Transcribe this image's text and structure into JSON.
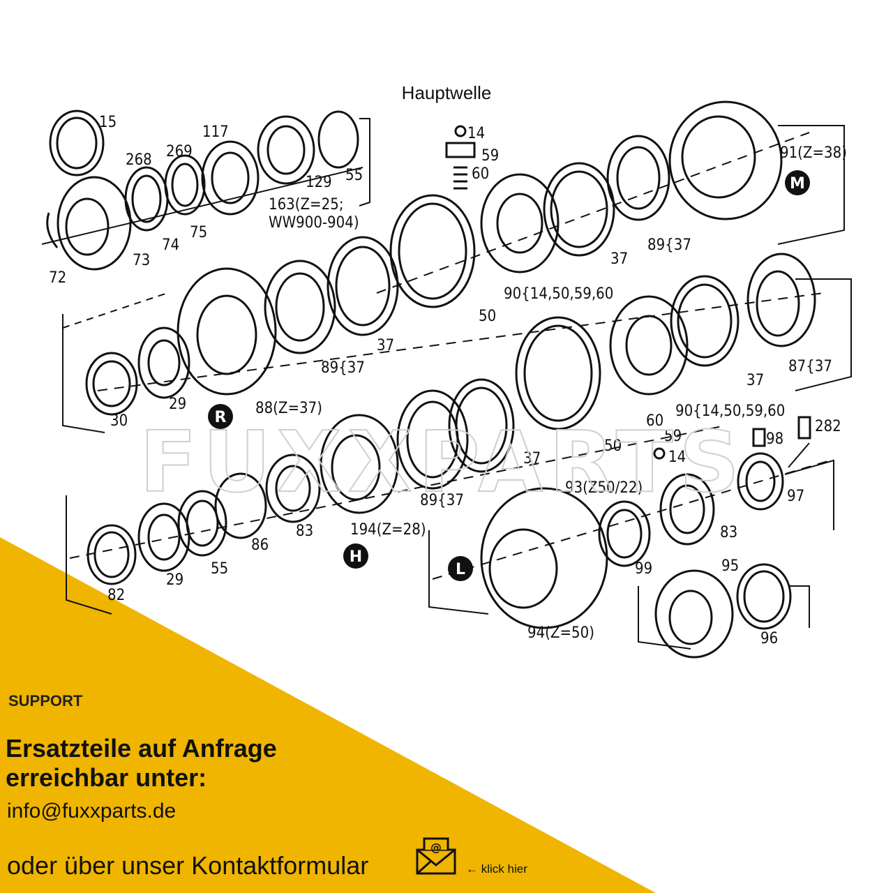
{
  "title": "Hauptwelle",
  "labels": [
    {
      "id": "l15",
      "text": "15"
    },
    {
      "id": "l268",
      "text": "268"
    },
    {
      "id": "l269",
      "text": "269"
    },
    {
      "id": "l117",
      "text": "117"
    },
    {
      "id": "l129",
      "text": "129"
    },
    {
      "id": "l55a",
      "text": "55"
    },
    {
      "id": "l163",
      "text": "163(Z=25;"
    },
    {
      "id": "lww",
      "text": "WW900-904)"
    },
    {
      "id": "l72",
      "text": "72"
    },
    {
      "id": "l73",
      "text": "73"
    },
    {
      "id": "l74",
      "text": "74"
    },
    {
      "id": "l75",
      "text": "75"
    },
    {
      "id": "l14a",
      "text": "14"
    },
    {
      "id": "l59a",
      "text": "59"
    },
    {
      "id": "l60a",
      "text": "60"
    },
    {
      "id": "l91",
      "text": "91(Z=38)"
    },
    {
      "id": "l37a",
      "text": "37"
    },
    {
      "id": "l89a",
      "text": "89{37"
    },
    {
      "id": "l90a",
      "text": "90{14,50,59,60"
    },
    {
      "id": "l50a",
      "text": "50"
    },
    {
      "id": "l37b",
      "text": "37"
    },
    {
      "id": "l89b",
      "text": "89{37"
    },
    {
      "id": "l30",
      "text": "30"
    },
    {
      "id": "l29a",
      "text": "29"
    },
    {
      "id": "l88",
      "text": "88(Z=37)"
    },
    {
      "id": "l87",
      "text": "87{37"
    },
    {
      "id": "l37c",
      "text": "37"
    },
    {
      "id": "l90b",
      "text": "90{14,50,59,60"
    },
    {
      "id": "l60b",
      "text": "60"
    },
    {
      "id": "l59b",
      "text": "59"
    },
    {
      "id": "l14b",
      "text": "14"
    },
    {
      "id": "l50b",
      "text": "50"
    },
    {
      "id": "l37d",
      "text": "37"
    },
    {
      "id": "l89c",
      "text": "89{37"
    },
    {
      "id": "l98",
      "text": "98"
    },
    {
      "id": "l282",
      "text": "282"
    },
    {
      "id": "l93",
      "text": "93(Z50/22)"
    },
    {
      "id": "l97",
      "text": "97"
    },
    {
      "id": "l83a",
      "text": "83"
    },
    {
      "id": "l86",
      "text": "86"
    },
    {
      "id": "l194",
      "text": "194(Z=28)"
    },
    {
      "id": "l55b",
      "text": "55"
    },
    {
      "id": "l29b",
      "text": "29"
    },
    {
      "id": "l82",
      "text": "82"
    },
    {
      "id": "l83b",
      "text": "83"
    },
    {
      "id": "l99",
      "text": "99"
    },
    {
      "id": "l95",
      "text": "95"
    },
    {
      "id": "l96",
      "text": "96"
    },
    {
      "id": "l94",
      "text": "94(Z=50)"
    }
  ],
  "badges": {
    "M": "M",
    "R": "R",
    "H": "H",
    "L": "L"
  },
  "watermark": "FUXXPARTS",
  "support": {
    "heading": "SUPPORT",
    "line1": "Ersatzteile auf Anfrage",
    "line2": "erreichbar unter:",
    "email": "info@fuxxparts.de",
    "contact": "oder über unser Kontaktformular",
    "click_hint": "klick hier",
    "mail_icon": "envelope-at-icon",
    "arrow_icon": "arrow-left-icon"
  },
  "colors": {
    "accent": "#EFB500",
    "line": "#111111"
  }
}
